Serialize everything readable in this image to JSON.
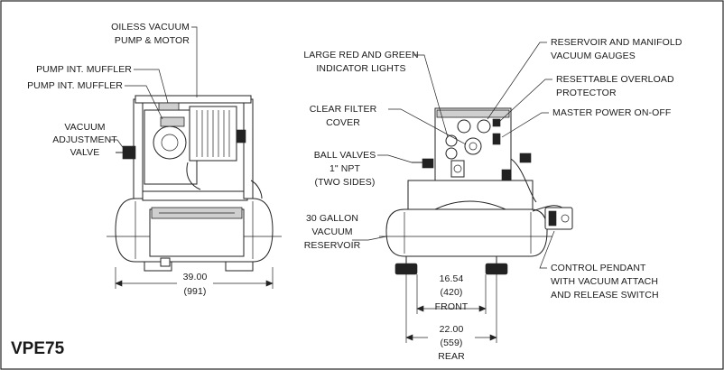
{
  "model": "VPE75",
  "left_view": {
    "pump_motor": [
      "OILESS VACUUM",
      "PUMP & MOTOR"
    ],
    "muffler_1": "PUMP INT. MUFFLER",
    "muffler_2": "PUMP INT. MUFFLER",
    "adjust_valve": [
      "VACUUM",
      "ADJUSTMENT",
      "VALVE"
    ],
    "width_in": "39.00",
    "width_mm": "(991)"
  },
  "right_view": {
    "lights": [
      "LARGE RED AND GREEN",
      "INDICATOR LIGHTS"
    ],
    "filter": [
      "CLEAR FILTER",
      "COVER"
    ],
    "ball_valves": [
      "BALL VALVES",
      "1\" NPT",
      "(TWO SIDES)"
    ],
    "reservoir": [
      "30 GALLON",
      "VACUUM",
      "RESERVOIR"
    ],
    "gauges": [
      "RESERVOIR AND MANIFOLD",
      "VACUUM GAUGES"
    ],
    "overload": [
      "RESETTABLE OVERLOAD",
      "PROTECTOR"
    ],
    "power": "MASTER POWER ON-OFF",
    "pendant": [
      "CONTROL PENDANT",
      "WITH VACUUM ATTACH",
      "AND RELEASE SWITCH"
    ],
    "front_in": "16.54",
    "front_mm": "(420)",
    "front_label": "FRONT",
    "rear_in": "22.00",
    "rear_mm": "(559)",
    "rear_label": "REAR"
  }
}
